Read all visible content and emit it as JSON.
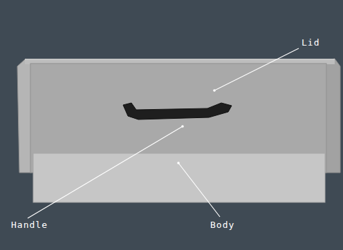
{
  "diagram": {
    "labels": [
      "Lid",
      "Handle",
      "Body"
    ]
  }
}
